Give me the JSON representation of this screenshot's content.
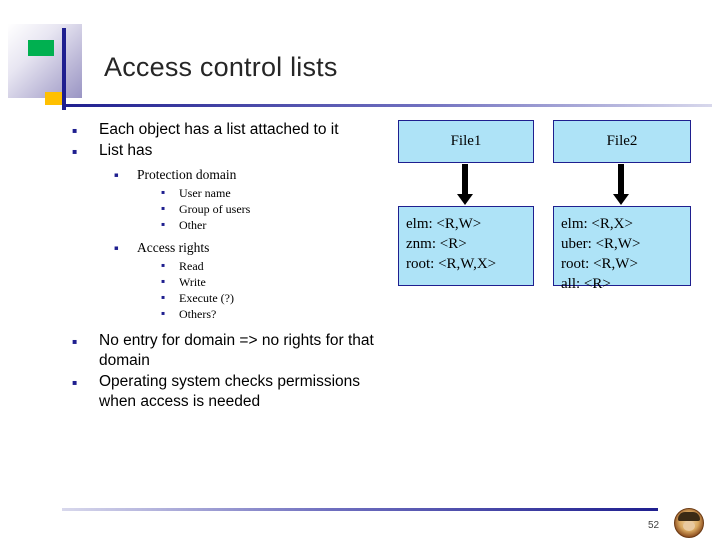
{
  "slide": {
    "title": "Access control lists",
    "page_number": "52"
  },
  "bullets": {
    "item1": "Each object has a list attached to it",
    "item2": "List has",
    "sub1": "Protection domain",
    "sub1_items": [
      "User name",
      "Group of users",
      "Other"
    ],
    "sub2": "Access rights",
    "sub2_items": [
      "Read",
      "Write",
      "Execute (?)",
      "Others?"
    ],
    "item3": "No entry for domain => no rights for that domain",
    "item4": "Operating system checks permissions when access is needed"
  },
  "diagram": {
    "columns": [
      {
        "header": "File1",
        "entries": [
          "elm: <R,W>",
          "znm: <R>",
          "root: <R,W,X>"
        ]
      },
      {
        "header": "File2",
        "entries": [
          "elm: <R,X>",
          "uber: <R,W>",
          "root: <R,W>",
          "all: <R>"
        ]
      }
    ],
    "box_fill": "#aee3f7",
    "box_border": "#1f1f8f"
  },
  "icons": {
    "bullet_square": "▪"
  }
}
